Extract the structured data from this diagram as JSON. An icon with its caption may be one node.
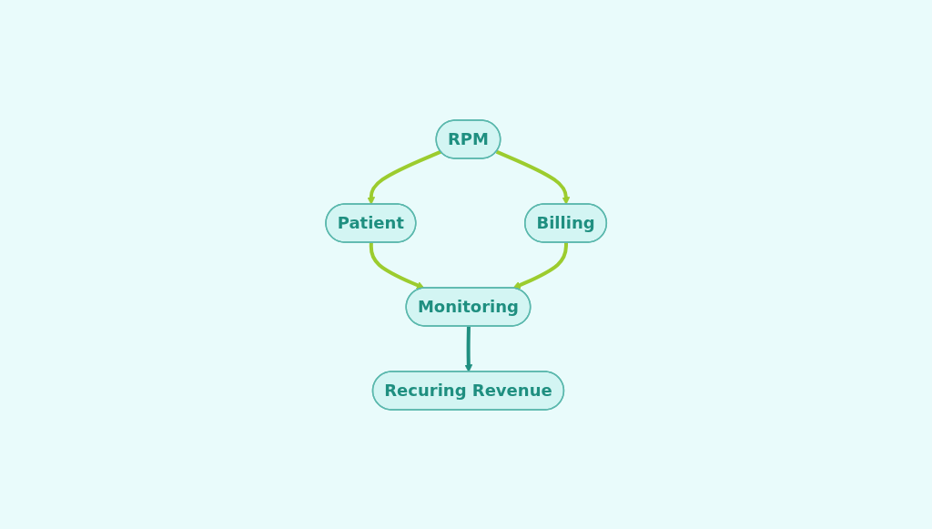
{
  "diagram": {
    "nodes": [
      {
        "text": [
          "RPM"
        ]
      },
      {
        "text": [
          "Patient"
        ]
      },
      {
        "text": [
          "Billing"
        ]
      },
      {
        "text": [
          "Monitoring"
        ]
      },
      {
        "text": [
          "Recuring Revenue"
        ]
      }
    ],
    "edges": [
      {
        "from": 0,
        "to": 1,
        "arrow": "to"
      },
      {
        "from": 0,
        "to": 2,
        "arrow": "to"
      },
      {
        "from": 1,
        "to": 3,
        "arrow": "to"
      },
      {
        "from": 2,
        "to": 3,
        "arrow": "to"
      },
      {
        "from": 3,
        "to": 4,
        "arrow": "to",
        "color": "#1f8f80"
      }
    ]
  }
}
